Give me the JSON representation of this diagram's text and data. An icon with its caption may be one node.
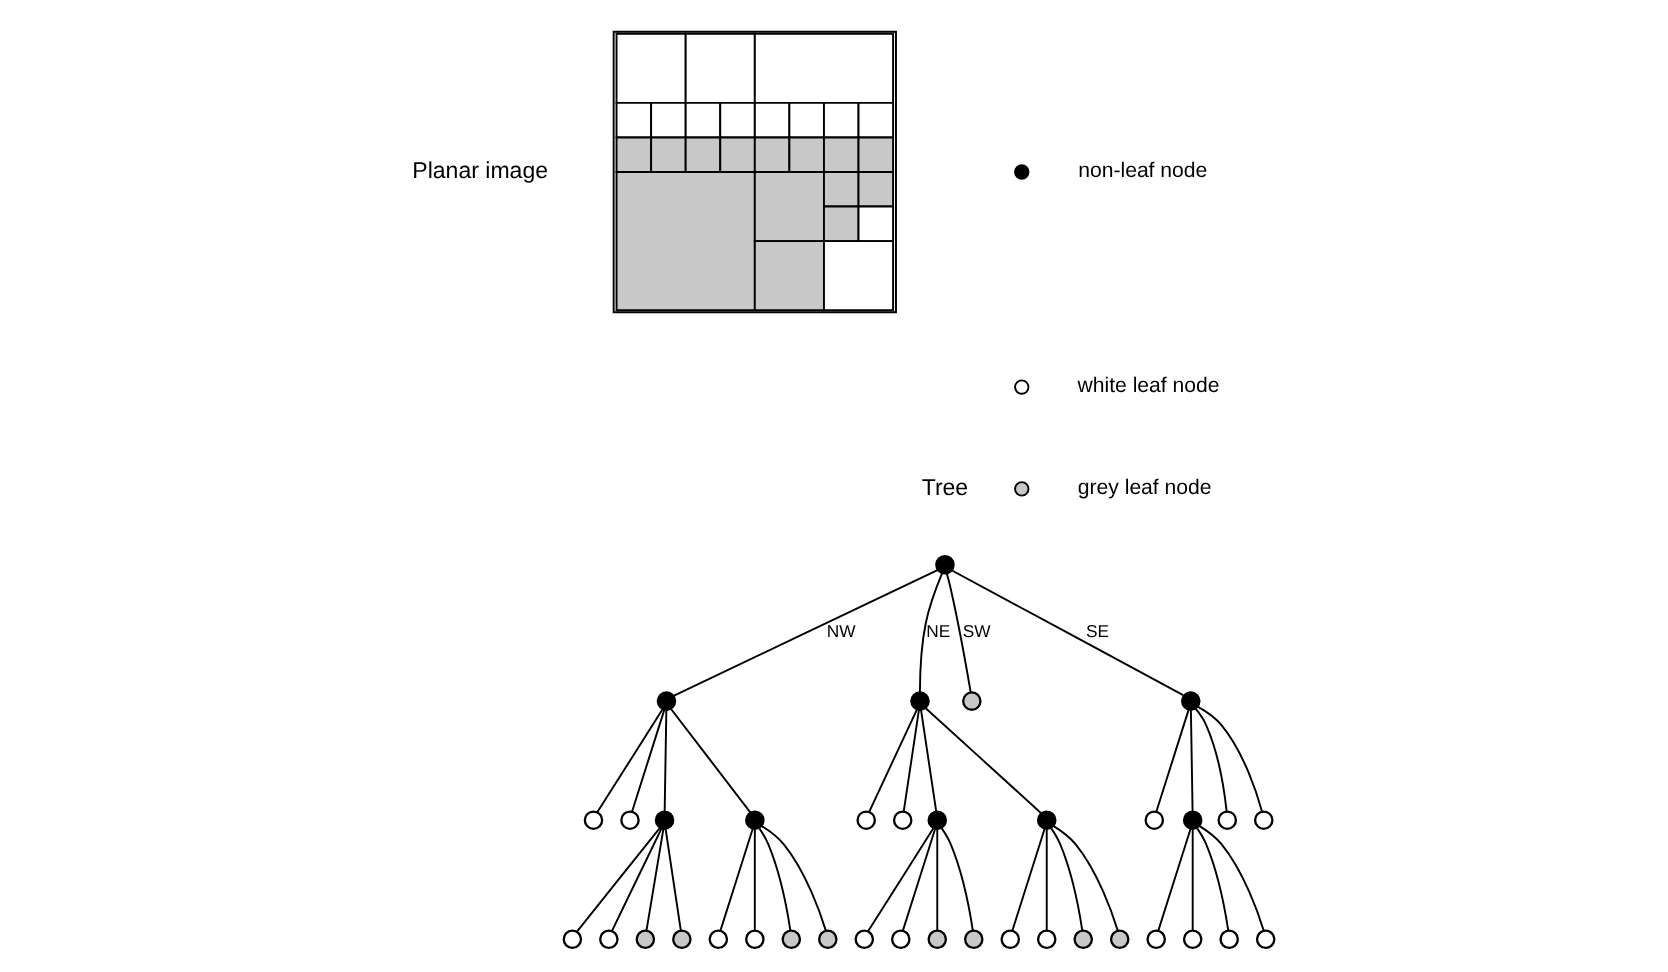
{
  "diagram": {
    "nodes": [
      {
        "text": [],
        "shape": "circle"
      },
      {
        "text": [],
        "shape": "circle"
      },
      {
        "text": [],
        "shape": "circle"
      },
      {
        "text": [],
        "shape": "circle"
      },
      {
        "text": [],
        "shape": "circle"
      },
      {
        "text": [],
        "shape": "circle"
      },
      {
        "text": [],
        "shape": "circle"
      },
      {
        "text": [],
        "shape": "circle"
      },
      {
        "text": [],
        "shape": "circle"
      },
      {
        "text": [],
        "shape": "circle"
      },
      {
        "text": [],
        "shape": "circle"
      },
      {
        "text": [],
        "shape": "circle"
      },
      {
        "text": [],
        "shape": "circle"
      },
      {
        "text": [],
        "shape": "circle"
      },
      {
        "text": [],
        "shape": "circle"
      },
      {
        "text": [],
        "shape": "circle"
      },
      {
        "text": [],
        "shape": "circle"
      },
      {
        "text": [],
        "shape": "circle"
      },
      {
        "text": [],
        "shape": "circle"
      },
      {
        "text": [],
        "shape": "circle"
      },
      {
        "text": [],
        "shape": "circle"
      },
      {
        "text": [],
        "shape": "circle"
      },
      {
        "text": [],
        "shape": "circle"
      },
      {
        "text": [],
        "shape": "circle"
      },
      {
        "text": [],
        "shape": "circle"
      },
      {
        "text": [],
        "shape": "circle"
      },
      {
        "text": [],
        "shape": "circle"
      },
      {
        "text": [],
        "shape": "circle"
      },
      {
        "text": [],
        "shape": "circle"
      },
      {
        "text": [],
        "shape": "circle"
      },
      {
        "text": [],
        "shape": "circle"
      },
      {
        "text": [],
        "shape": "circle"
      },
      {
        "text": [],
        "shape": "circle"
      },
      {
        "text": [],
        "shape": "circle"
      },
      {
        "text": [],
        "shape": "circle"
      },
      {
        "text": [],
        "shape": "circle"
      },
      {
        "text": [],
        "shape": "circle"
      },
      {
        "text": [],
        "shape": "picture",
        "beside": [
          "Planar image"
        ]
      }
    ],
    "edges": [
      {
        "from": 0,
        "to": 1,
        "arrow": "none",
        "label": "NW"
      },
      {
        "from": 0,
        "to": 2,
        "arrow": "none",
        "label": "NE"
      },
      {
        "from": 0,
        "to": 3,
        "arrow": "none",
        "label": "SW"
      },
      {
        "from": 0,
        "to": 4,
        "arrow": "none",
        "label": "SE"
      },
      {
        "from": 1,
        "to": 5,
        "arrow": "none"
      },
      {
        "from": 1,
        "to": 6,
        "arrow": "none"
      },
      {
        "from": 1,
        "to": 7,
        "arrow": "none"
      },
      {
        "from": 1,
        "to": 8,
        "arrow": "none"
      },
      {
        "from": 2,
        "to": 9,
        "arrow": "none"
      },
      {
        "from": 2,
        "to": 10,
        "arrow": "none"
      },
      {
        "from": 2,
        "to": 11,
        "arrow": "none"
      },
      {
        "from": 2,
        "to": 12,
        "arrow": "none"
      },
      {
        "from": 4,
        "to": 13,
        "arrow": "none"
      },
      {
        "from": 4,
        "to": 14,
        "arrow": "none"
      },
      {
        "from": 4,
        "to": 15,
        "arrow": "none"
      },
      {
        "from": 4,
        "to": 16,
        "arrow": "none"
      },
      {
        "from": 7,
        "to": 17,
        "arrow": "none"
      },
      {
        "from": 7,
        "to": 18,
        "arrow": "none"
      },
      {
        "from": 7,
        "to": 19,
        "arrow": "none"
      },
      {
        "from": 7,
        "to": 20,
        "arrow": "none"
      },
      {
        "from": 8,
        "to": 21,
        "arrow": "none"
      },
      {
        "from": 8,
        "to": 22,
        "arrow": "none"
      },
      {
        "from": 8,
        "to": 23,
        "arrow": "none"
      },
      {
        "from": 8,
        "to": 24,
        "arrow": "none"
      },
      {
        "from": 11,
        "to": 25,
        "arrow": "none"
      },
      {
        "from": 11,
        "to": 26,
        "arrow": "none"
      },
      {
        "from": 11,
        "to": 27,
        "arrow": "none"
      },
      {
        "from": 11,
        "to": 28,
        "arrow": "none"
      },
      {
        "from": 12,
        "to": 29,
        "arrow": "none"
      },
      {
        "from": 12,
        "to": 30,
        "arrow": "none"
      },
      {
        "from": 12,
        "to": 31,
        "arrow": "none"
      },
      {
        "from": 12,
        "to": 32,
        "arrow": "none"
      },
      {
        "from": 14,
        "to": 33,
        "arrow": "none"
      },
      {
        "from": 14,
        "to": 34,
        "arrow": "none"
      },
      {
        "from": 14,
        "to": 35,
        "arrow": "none"
      },
      {
        "from": 14,
        "to": 36,
        "arrow": "none"
      }
    ],
    "labels": [
      "Tree"
    ],
    "legend": [
      {
        "text": "non-leaf node"
      },
      {
        "text": "white leaf node"
      },
      {
        "text": "grey leaf node"
      }
    ]
  }
}
